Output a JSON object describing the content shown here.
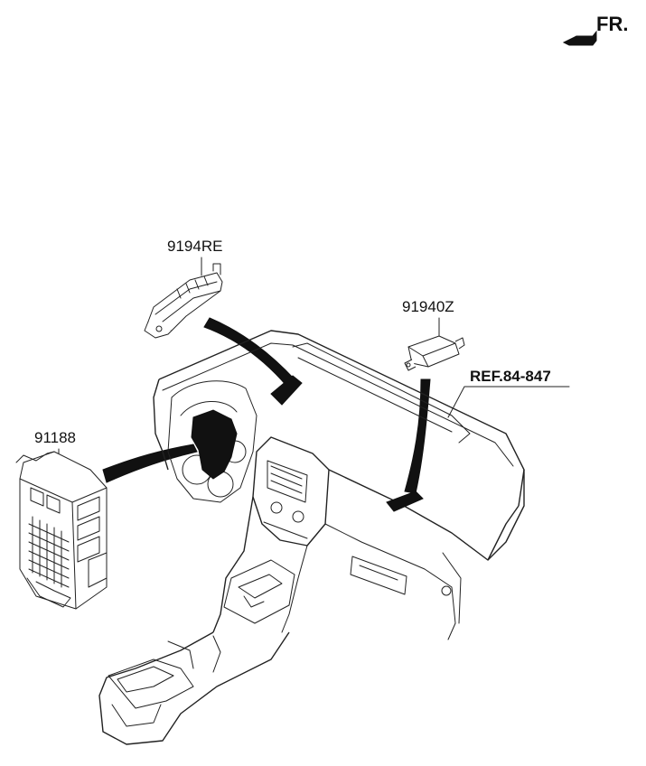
{
  "direction_indicator": {
    "label": "FR."
  },
  "parts": [
    {
      "part_number": "9194RE"
    },
    {
      "part_number": "91940Z"
    },
    {
      "part_number": "91188"
    }
  ],
  "reference": {
    "label": "REF.84-847"
  }
}
